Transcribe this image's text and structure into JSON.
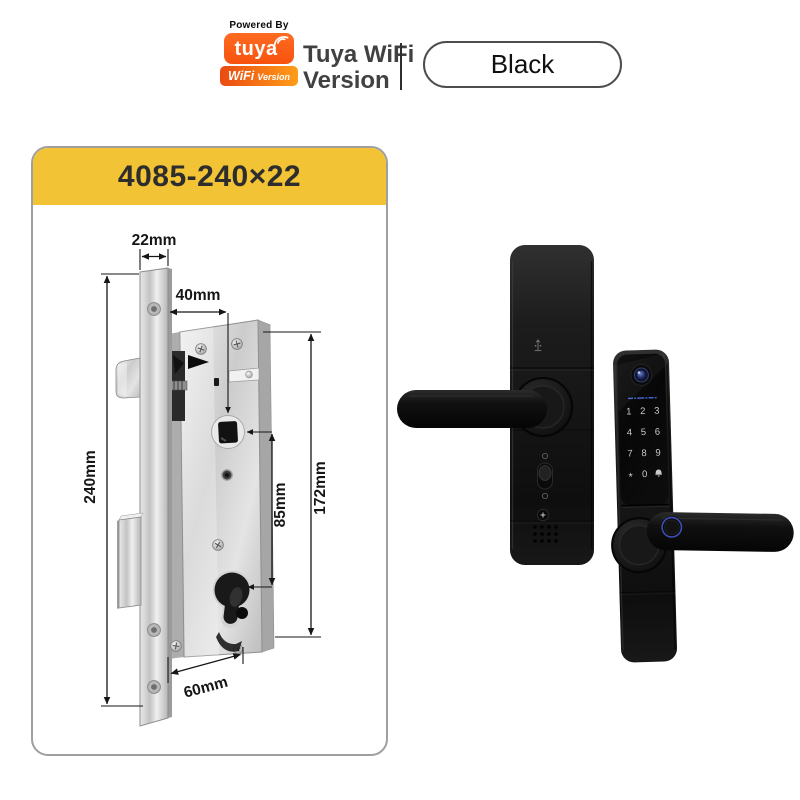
{
  "header": {
    "powered_by": "Powered By",
    "logo_brand": "tuya",
    "logo_sub_bold": "WiFi",
    "logo_sub_rest": "Version",
    "title_line1": "Tuya WiFi",
    "title_line2": "Version",
    "variant_button": "Black"
  },
  "spec_panel": {
    "model": "4085-240×22",
    "dimensions": {
      "faceplate_width": "22mm",
      "backset": "40mm",
      "faceplate_height": "240mm",
      "center_distance": "85mm",
      "body_height": "172mm",
      "body_width": "60mm"
    }
  },
  "front_lock": {
    "keypad_keys": [
      "1",
      "2",
      "3",
      "4",
      "5",
      "6",
      "7",
      "8",
      "9",
      "*",
      "0"
    ],
    "icons": [
      "camera-icon",
      "doorbell-icon",
      "fingerprint-sensor-icon"
    ]
  },
  "back_lock": {
    "icons": [
      "usb-icon",
      "privacy-toggle-icon",
      "reset-button-icon",
      "speaker-grille-icon"
    ]
  },
  "colors": {
    "accent_yellow": "#F1C335",
    "brand_orange": "#F7530E",
    "fingerprint_ring_blue": "#3B4DB8",
    "camera_line_blue": "#4F6FE0",
    "body_black": "#141414"
  }
}
